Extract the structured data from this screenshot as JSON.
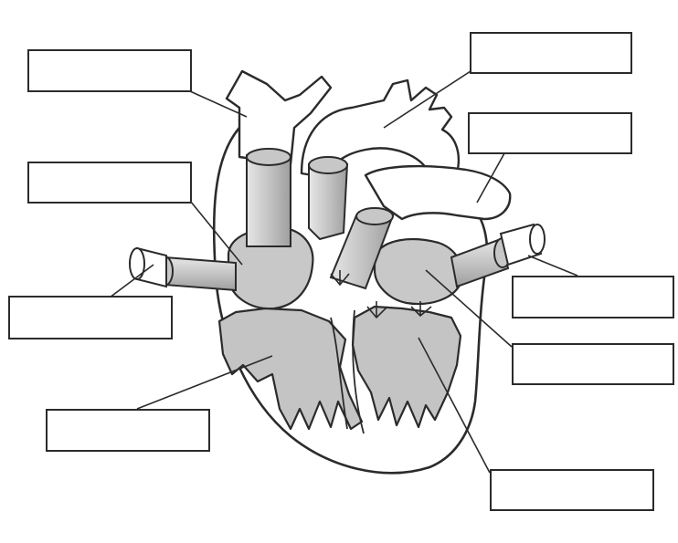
{
  "diagram": {
    "label_boxes": [
      {
        "id": "box-1",
        "text": ""
      },
      {
        "id": "box-2",
        "text": ""
      },
      {
        "id": "box-3",
        "text": ""
      },
      {
        "id": "box-4",
        "text": ""
      },
      {
        "id": "box-5",
        "text": ""
      },
      {
        "id": "box-6",
        "text": ""
      },
      {
        "id": "box-7",
        "text": ""
      },
      {
        "id": "box-8",
        "text": ""
      },
      {
        "id": "box-9",
        "text": ""
      },
      {
        "id": "box-10",
        "text": ""
      }
    ],
    "colors": {
      "outline": "#2b2b2b",
      "chamber_fill": "#c8c8c8",
      "vessel_fill": "#dadada",
      "background": "#ffffff"
    }
  }
}
